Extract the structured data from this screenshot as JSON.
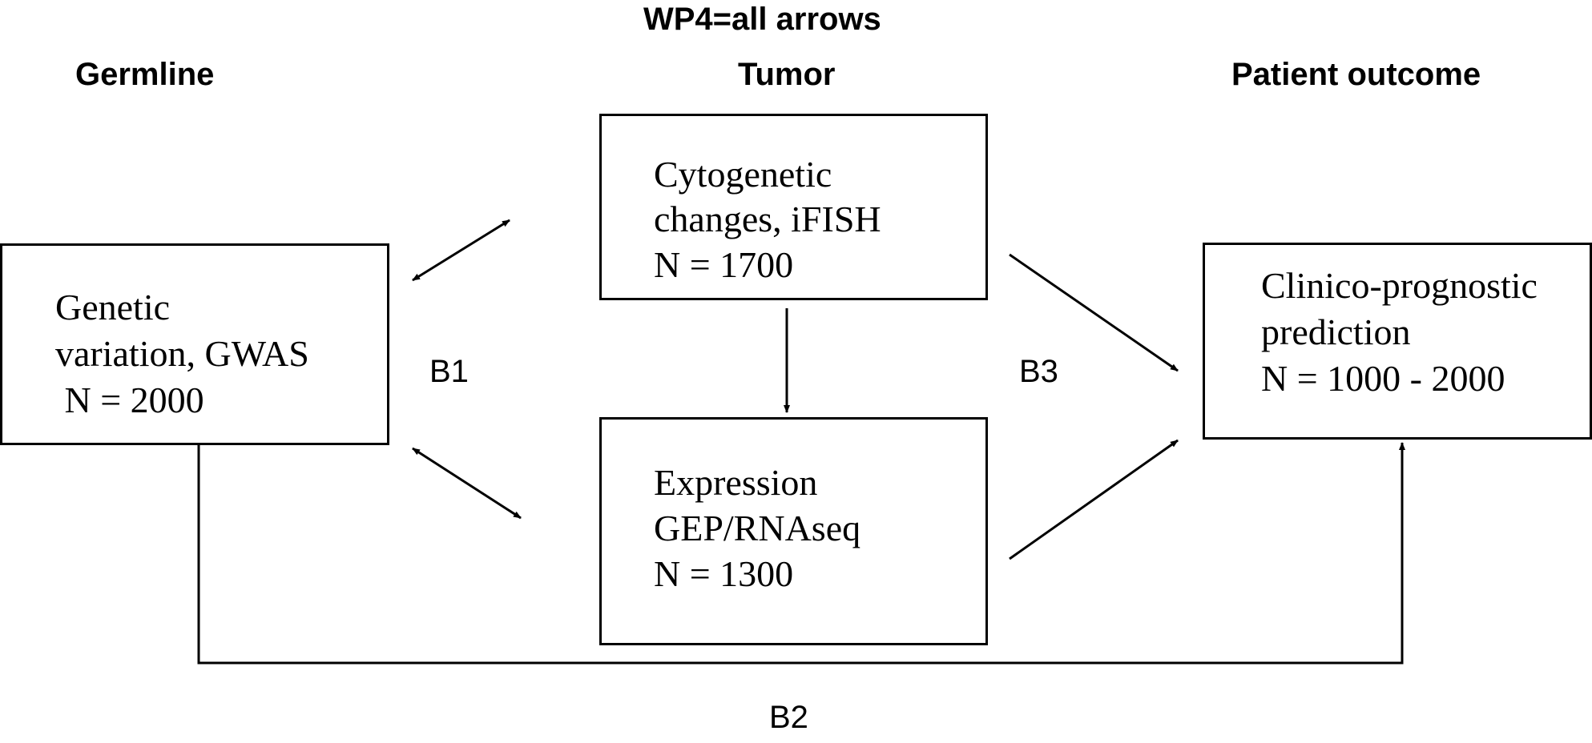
{
  "title": "WP4=all arrows",
  "columns": {
    "germline": "Germline",
    "tumor": "Tumor",
    "outcome": "Patient outcome"
  },
  "boxes": {
    "germline": [
      "Genetic",
      "variation, GWAS",
      " N = 2000"
    ],
    "cytogenetic": [
      "Cytogenetic",
      "changes, iFISH",
      "N = 1700"
    ],
    "expression": [
      "Expression",
      "GEP/RNAseq",
      "N = 1300"
    ],
    "clinico": [
      "Clinico-prognostic",
      "prediction",
      "N = 1000 - 2000"
    ]
  },
  "arrow_labels": {
    "b1": "B1",
    "b2": "B2",
    "b3": "B3"
  }
}
